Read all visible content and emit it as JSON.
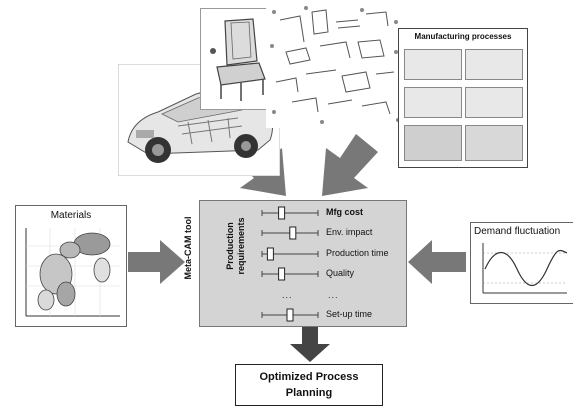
{
  "manufacturing_panel": {
    "title": "Manufacturing processes"
  },
  "materials_panel": {
    "title": "Materials"
  },
  "demand_panel": {
    "title": "Demand fluctuation"
  },
  "center_box": {
    "tool_label": "Meta-CAM tool",
    "requirements_title_line1": "Production",
    "requirements_title_line2": "requirements",
    "requirements": [
      {
        "label": "Mfg cost",
        "level": 0.35
      },
      {
        "label": "Env. impact",
        "level": 0.55
      },
      {
        "label": "Production time",
        "level": 0.15
      },
      {
        "label": "Quality",
        "level": 0.35
      },
      {
        "label": "...",
        "level": null
      },
      {
        "label": "Set-up time",
        "level": 0.5
      }
    ],
    "dots_left": "...",
    "dots_right": "..."
  },
  "output_box": {
    "line1": "Optimized Process",
    "line2": "Planning"
  },
  "colors": {
    "arrow": "#787878",
    "arrow_dark": "#444444",
    "box_fill": "#d4d4d4"
  }
}
